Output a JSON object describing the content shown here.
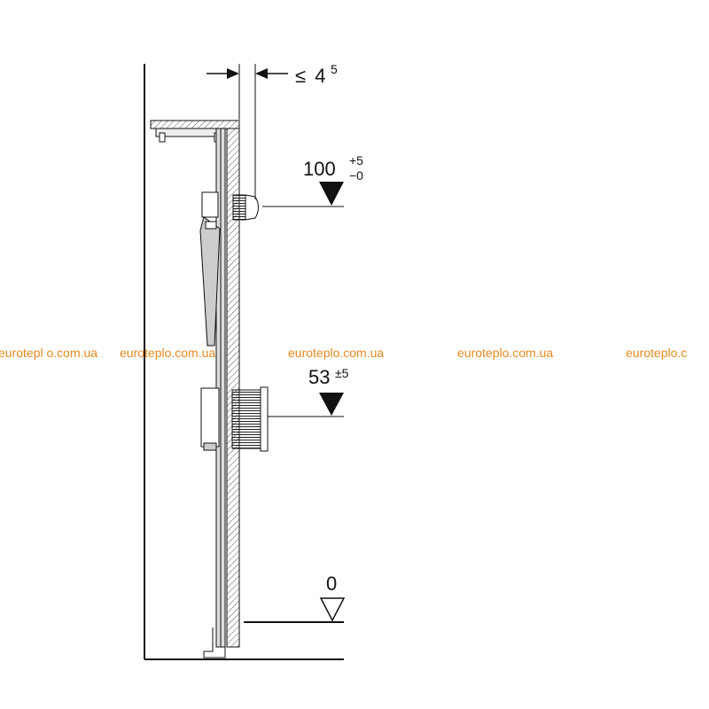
{
  "colors": {
    "line": "#111111",
    "hatch": "#444444",
    "metal": "#bcbcbc",
    "watermark": "#e58a1f"
  },
  "dimensions": {
    "gap_symbol": "≤",
    "gap_value": "4",
    "gap_superscript": "5",
    "level_top_value": "100",
    "level_top_tol_plus": "+5",
    "level_top_tol_minus": "−0",
    "level_mid_value": "53",
    "level_mid_tol": "±5",
    "level_floor_value": "0"
  },
  "watermark": {
    "items": [
      "eurotepl o.com.ua",
      "euroteplo.com.ua",
      "euroteplo.com.ua",
      "euroteplo.com.ua",
      "euroteplo.c"
    ]
  }
}
